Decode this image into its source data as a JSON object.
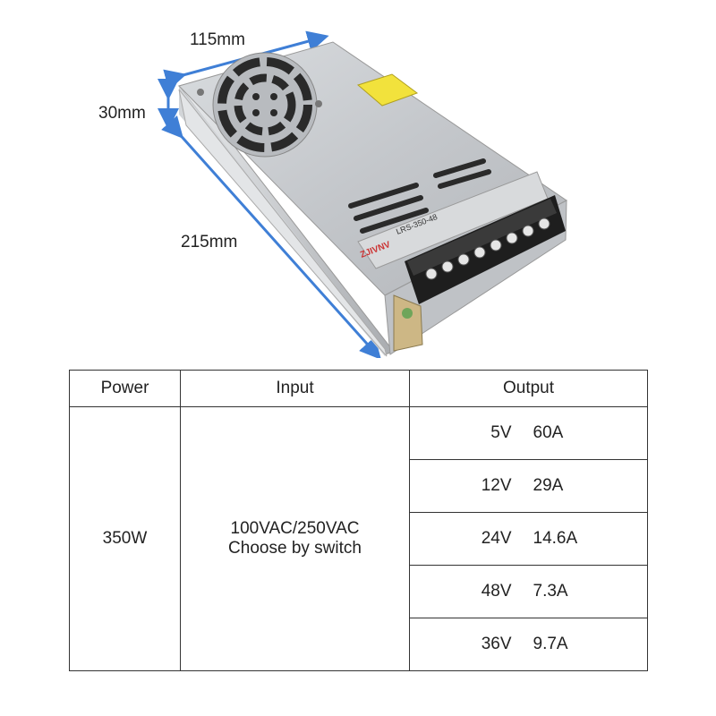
{
  "dimensions": {
    "width": "115mm",
    "height": "30mm",
    "length": "215mm"
  },
  "product": {
    "brand": "ZJIVNV",
    "model": "LRS-350-48"
  },
  "table": {
    "headers": {
      "power": "Power",
      "input": "Input",
      "output": "Output"
    },
    "power": "350W",
    "input_line1": "100VAC/250VAC",
    "input_line2": "Choose by switch",
    "outputs": [
      {
        "voltage": "5V",
        "current": "60A"
      },
      {
        "voltage": "12V",
        "current": "29A"
      },
      {
        "voltage": "24V",
        "current": "14.6A"
      },
      {
        "voltage": "48V",
        "current": "7.3A"
      },
      {
        "voltage": "36V",
        "current": "9.7A"
      }
    ]
  },
  "colors": {
    "arrow": "#3f7fd6",
    "case": "#c9ccd0"
  }
}
